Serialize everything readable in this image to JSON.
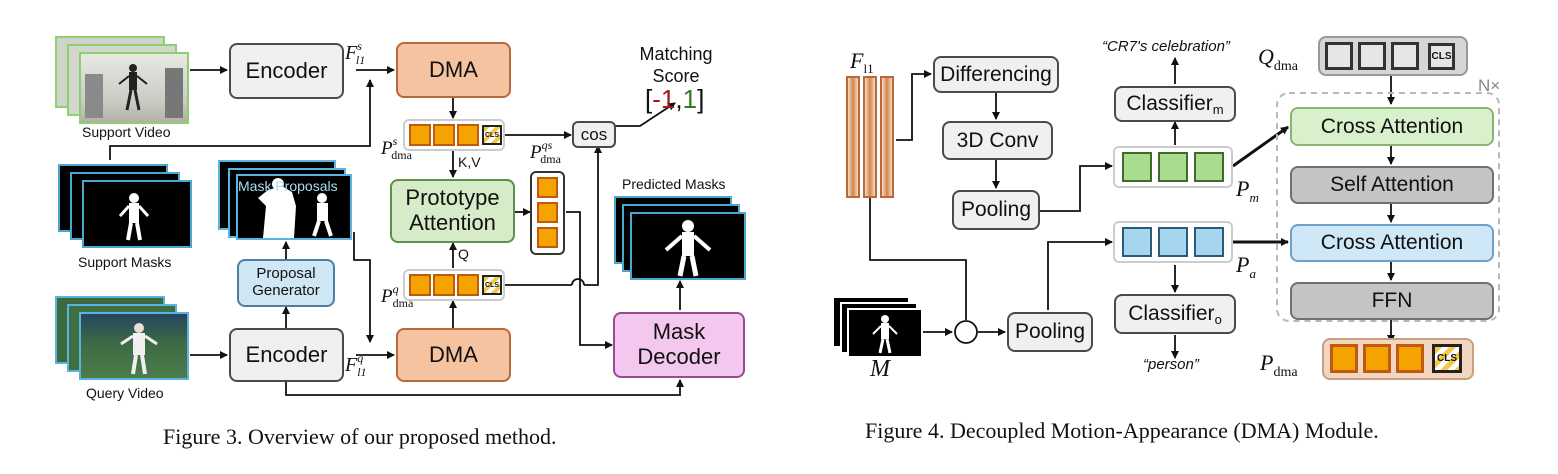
{
  "fig3": {
    "caption": "Figure 3. Overview of our proposed method.",
    "support_video": "Support Video",
    "support_masks": "Support Masks",
    "query_video": "Query Video",
    "encoder_top": "Encoder",
    "encoder_bottom": "Encoder",
    "dma_top": "DMA",
    "dma_bottom": "DMA",
    "proposal_generator": "Proposal Generator",
    "mask_proposals": "Mask Proposals",
    "prototype_attention": "Prototype Attention",
    "mask_decoder": "Mask Decoder",
    "predicted_masks": "Predicted Masks",
    "matching_score_title": "Matching Score",
    "score_open": "[",
    "score_neg": "-1",
    "score_comma": ",",
    "score_pos": "1",
    "score_close": "]",
    "cos": "cos",
    "kv": "K,V",
    "q": "Q",
    "cls": "CLS",
    "f_sym": "F",
    "f_sub": "l1",
    "f_sup_s": "s",
    "f_sup_q": "q",
    "p_sym": "P",
    "p_sub": "dma",
    "p_sup_s": "s",
    "p_sup_q": "q",
    "p_sup_qs": "qs"
  },
  "fig4": {
    "caption": "Figure 4. Decoupled Motion-Appearance (DMA) Module.",
    "f_sym": "F",
    "f_sub": "l1",
    "differencing": "Differencing",
    "conv3d": "3D Conv",
    "pooling_top": "Pooling",
    "pooling_bottom": "Pooling",
    "classifier_m_base": "Classifier",
    "classifier_m_sub": "m",
    "classifier_o_base": "Classifier",
    "classifier_o_sub": "o",
    "celebration": "“CR7's celebration”",
    "person": "“person”",
    "q_sym": "Q",
    "q_sub": "dma",
    "p_sym": "P",
    "p_sub": "dma",
    "pm_sym": "P",
    "pm_sub": "m",
    "pa_sym": "P",
    "pa_sub": "a",
    "m_label": "M",
    "otimes": "⊗",
    "n_times": "N×",
    "cls": "CLS",
    "cross_attention_top": "Cross Attention",
    "self_attention": "Self Attention",
    "cross_attention_bottom": "Cross Attention",
    "ffn": "FFN"
  },
  "colors": {
    "dma_fill": "#f6c3a0",
    "token_orange": "#f5a300",
    "token_green": "#a9dc8e",
    "token_blue": "#a6d5ef",
    "score_neg": "#a0141c",
    "score_pos": "#2f7d1f"
  }
}
